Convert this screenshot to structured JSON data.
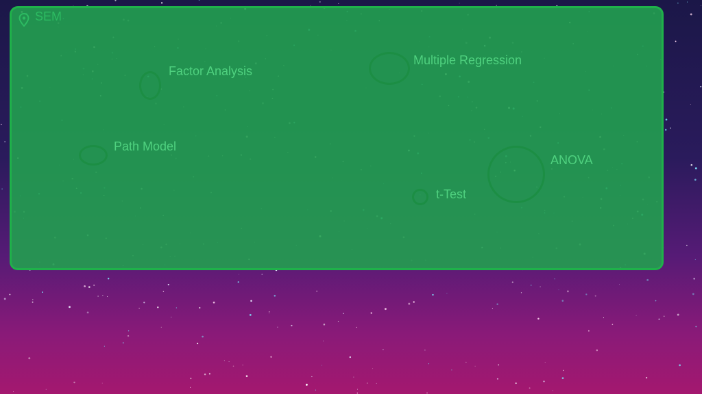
{
  "colors": {
    "panel_fill": "#22a050",
    "panel_border": "#1fb14a",
    "label": "#4fd17f",
    "ring": "#1c8e44"
  },
  "panel": {
    "title": "SEM",
    "icon": "location-pin-icon"
  },
  "nodes": {
    "factor_analysis": {
      "label": "Factor Analysis"
    },
    "multiple_regression": {
      "label": "Multiple Regression"
    },
    "path_model": {
      "label": "Path Model"
    },
    "anova": {
      "label": "ANOVA"
    },
    "t_test": {
      "label": "t-Test"
    }
  }
}
